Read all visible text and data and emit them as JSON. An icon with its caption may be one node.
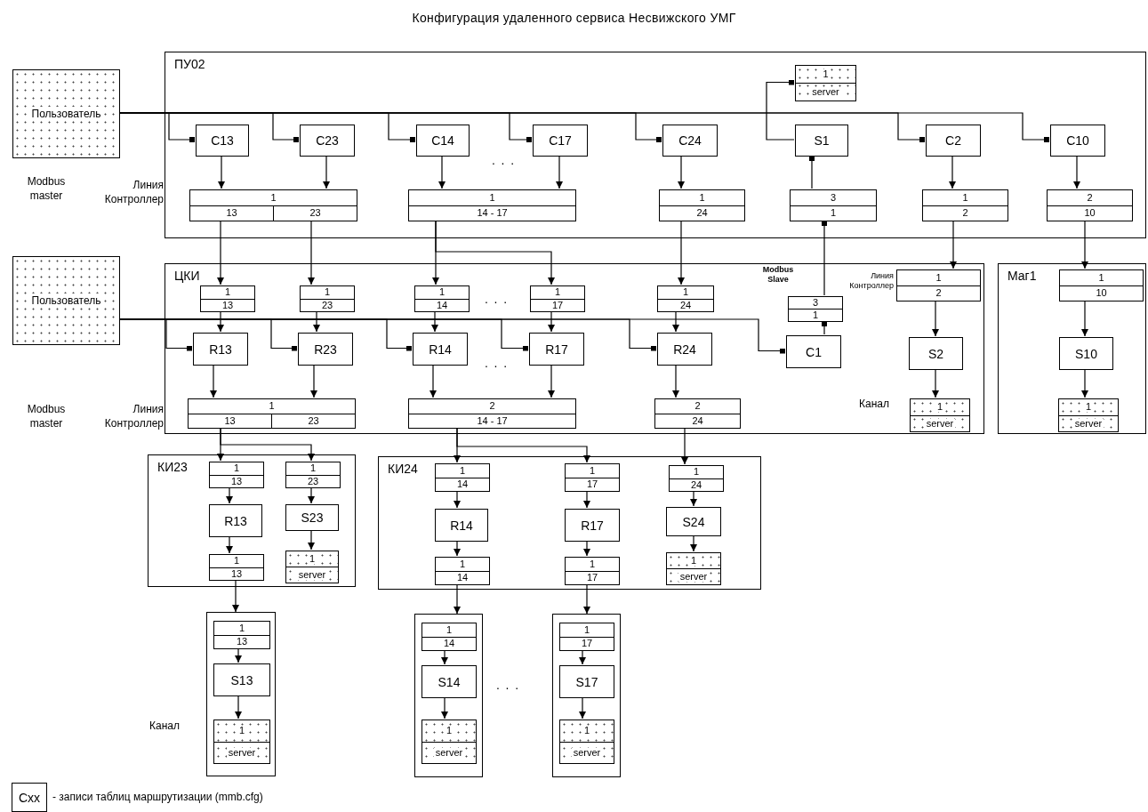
{
  "diagram": {
    "title": "Конфигурация удаленного сервиса Несвижского УМГ",
    "nodes": [
      {
        "text": [
          "ПУ02"
        ]
      },
      {
        "text": [
          "Пользователь"
        ]
      },
      {
        "text": [
          "C13"
        ],
        "in": 0
      },
      {
        "text": [
          "C23"
        ],
        "in": 0
      },
      {
        "text": [
          "C14"
        ],
        "in": 0
      },
      {
        "text": [
          "C17"
        ],
        "in": 0
      },
      {
        "text": [
          "C24"
        ],
        "in": 0
      },
      {
        "text": [
          "S1"
        ],
        "in": 0
      },
      {
        "text": [
          "C2"
        ],
        "in": 0
      },
      {
        "text": [
          "C10"
        ],
        "in": 0
      },
      {
        "text": [
          "1",
          "server"
        ],
        "in": 0
      },
      {
        "text": [
          "1",
          "13",
          "23"
        ],
        "in": 0
      },
      {
        "text": [
          "1",
          "14 - 17"
        ],
        "in": 0
      },
      {
        "text": [
          "1",
          "24"
        ],
        "in": 0
      },
      {
        "text": [
          "3",
          "1"
        ],
        "in": 0
      },
      {
        "text": [
          "1",
          "2"
        ],
        "in": 0
      },
      {
        "text": [
          "2",
          "10"
        ],
        "in": 0
      },
      {
        "text": [
          "ЦКИ"
        ]
      },
      {
        "text": [
          "Маг1"
        ]
      },
      {
        "text": [
          "Пользователь"
        ]
      },
      {
        "text": [
          "1",
          "13"
        ],
        "in": 17
      },
      {
        "text": [
          "1",
          "23"
        ],
        "in": 17
      },
      {
        "text": [
          "1",
          "14"
        ],
        "in": 17
      },
      {
        "text": [
          "1",
          "17"
        ],
        "in": 17
      },
      {
        "text": [
          "1",
          "24"
        ],
        "in": 17
      },
      {
        "text": [
          "3",
          "1"
        ],
        "in": 17
      },
      {
        "text": [
          "1",
          "2"
        ],
        "in": 17
      },
      {
        "text": [
          "1",
          "10"
        ],
        "in": 18
      },
      {
        "text": [
          "R13"
        ],
        "in": 17
      },
      {
        "text": [
          "R23"
        ],
        "in": 17
      },
      {
        "text": [
          "R14"
        ],
        "in": 17
      },
      {
        "text": [
          "R17"
        ],
        "in": 17
      },
      {
        "text": [
          "R24"
        ],
        "in": 17
      },
      {
        "text": [
          "C1"
        ],
        "in": 17
      },
      {
        "text": [
          "S2"
        ],
        "in": 17
      },
      {
        "text": [
          "S10"
        ],
        "in": 18
      },
      {
        "text": [
          "1",
          "13",
          "23"
        ],
        "in": 17
      },
      {
        "text": [
          "2",
          "14 - 17"
        ],
        "in": 17
      },
      {
        "text": [
          "2",
          "24"
        ],
        "in": 17
      },
      {
        "text": [
          "1",
          "server"
        ],
        "in": 17
      },
      {
        "text": [
          "1",
          "server"
        ],
        "in": 18
      },
      {
        "text": [
          "КИ23"
        ]
      },
      {
        "text": [
          "КИ24"
        ]
      },
      {
        "text": [
          "1",
          "13"
        ],
        "in": 41
      },
      {
        "text": [
          "1",
          "23"
        ],
        "in": 41
      },
      {
        "text": [
          "R13"
        ],
        "in": 41
      },
      {
        "text": [
          "S23"
        ],
        "in": 41
      },
      {
        "text": [
          "1",
          "13"
        ],
        "in": 41
      },
      {
        "text": [
          "1",
          "server"
        ],
        "in": 41
      },
      {
        "text": [
          "1",
          "14"
        ],
        "in": 42
      },
      {
        "text": [
          "1",
          "17"
        ],
        "in": 42
      },
      {
        "text": [
          "1",
          "24"
        ],
        "in": 42
      },
      {
        "text": [
          "R14"
        ],
        "in": 42
      },
      {
        "text": [
          "R17"
        ],
        "in": 42
      },
      {
        "text": [
          "S24"
        ],
        "in": 42
      },
      {
        "text": [
          "1",
          "14"
        ],
        "in": 42
      },
      {
        "text": [
          "1",
          "17"
        ],
        "in": 42
      },
      {
        "text": [
          "1",
          "server"
        ],
        "in": 42
      },
      {
        "text": [],
        "shape": "box"
      },
      {
        "text": [],
        "shape": "box"
      },
      {
        "text": [],
        "shape": "box"
      },
      {
        "text": [
          "1",
          "13"
        ],
        "in": 58
      },
      {
        "text": [
          "S13"
        ],
        "in": 58
      },
      {
        "text": [
          "1",
          "server"
        ],
        "in": 58
      },
      {
        "text": [
          "1",
          "14"
        ],
        "in": 59
      },
      {
        "text": [
          "S14"
        ],
        "in": 59
      },
      {
        "text": [
          "1",
          "server"
        ],
        "in": 59
      },
      {
        "text": [
          "1",
          "17"
        ],
        "in": 60
      },
      {
        "text": [
          "S17"
        ],
        "in": 60
      },
      {
        "text": [
          "1",
          "server"
        ],
        "in": 60
      },
      {
        "text": [
          "Cxx"
        ],
        "beside": [
          "- записи таблиц маршрутизации (mmb.cfg)"
        ]
      }
    ],
    "edges": [
      {
        "from": 1,
        "to": 2,
        "arrow": "other"
      },
      {
        "from": 1,
        "to": 3,
        "arrow": "other"
      },
      {
        "from": 1,
        "to": 4,
        "arrow": "other"
      },
      {
        "from": 1,
        "to": 5,
        "arrow": "other"
      },
      {
        "from": 1,
        "to": 6,
        "arrow": "other"
      },
      {
        "from": 1,
        "to": 8,
        "arrow": "other"
      },
      {
        "from": 1,
        "to": 9,
        "arrow": "other"
      },
      {
        "from": 7,
        "to": 10,
        "arrow": "other"
      },
      {
        "from": 2,
        "to": 11,
        "arrow": "to"
      },
      {
        "from": 3,
        "to": 11,
        "arrow": "to"
      },
      {
        "from": 4,
        "to": 12,
        "arrow": "to"
      },
      {
        "from": 5,
        "to": 12,
        "arrow": "to"
      },
      {
        "from": 6,
        "to": 13,
        "arrow": "to"
      },
      {
        "from": 14,
        "to": 7,
        "arrow": "other"
      },
      {
        "from": 8,
        "to": 15,
        "arrow": "to"
      },
      {
        "from": 9,
        "to": 16,
        "arrow": "to"
      },
      {
        "from": 11,
        "to": 20,
        "arrow": "to"
      },
      {
        "from": 11,
        "to": 21,
        "arrow": "to"
      },
      {
        "from": 12,
        "to": 22,
        "arrow": "to"
      },
      {
        "from": 12,
        "to": 23,
        "arrow": "to"
      },
      {
        "from": 13,
        "to": 24,
        "arrow": "to"
      },
      {
        "from": 25,
        "to": 14,
        "arrow": "other"
      },
      {
        "from": 15,
        "to": 26,
        "arrow": "to"
      },
      {
        "from": 16,
        "to": 27,
        "arrow": "to"
      },
      {
        "from": 19,
        "to": 28,
        "arrow": "other"
      },
      {
        "from": 19,
        "to": 29,
        "arrow": "other"
      },
      {
        "from": 19,
        "to": 30,
        "arrow": "other"
      },
      {
        "from": 19,
        "to": 31,
        "arrow": "other"
      },
      {
        "from": 19,
        "to": 32,
        "arrow": "other"
      },
      {
        "from": 19,
        "to": 33,
        "arrow": "other"
      },
      {
        "from": 33,
        "to": 25,
        "arrow": "other"
      },
      {
        "from": 20,
        "to": 28,
        "arrow": "to"
      },
      {
        "from": 21,
        "to": 29,
        "arrow": "to"
      },
      {
        "from": 22,
        "to": 30,
        "arrow": "to"
      },
      {
        "from": 23,
        "to": 31,
        "arrow": "to"
      },
      {
        "from": 24,
        "to": 32,
        "arrow": "to"
      },
      {
        "from": 28,
        "to": 36,
        "arrow": "to"
      },
      {
        "from": 29,
        "to": 36,
        "arrow": "to"
      },
      {
        "from": 30,
        "to": 37,
        "arrow": "to"
      },
      {
        "from": 31,
        "to": 37,
        "arrow": "to"
      },
      {
        "from": 32,
        "to": 38,
        "arrow": "to"
      },
      {
        "from": 26,
        "to": 34,
        "arrow": "to"
      },
      {
        "from": 34,
        "to": 39,
        "arrow": "to"
      },
      {
        "from": 27,
        "to": 35,
        "arrow": "to"
      },
      {
        "from": 35,
        "to": 40,
        "arrow": "to"
      },
      {
        "from": 36,
        "to": 43,
        "arrow": "to"
      },
      {
        "from": 36,
        "to": 44,
        "arrow": "to"
      },
      {
        "from": 37,
        "to": 49,
        "arrow": "to"
      },
      {
        "from": 37,
        "to": 50,
        "arrow": "to"
      },
      {
        "from": 38,
        "to": 51,
        "arrow": "to"
      },
      {
        "from": 43,
        "to": 45,
        "arrow": "to"
      },
      {
        "from": 45,
        "to": 47,
        "arrow": "to"
      },
      {
        "from": 44,
        "to": 46,
        "arrow": "to"
      },
      {
        "from": 46,
        "to": 48,
        "arrow": "to"
      },
      {
        "from": 49,
        "to": 52,
        "arrow": "to"
      },
      {
        "from": 52,
        "to": 55,
        "arrow": "to"
      },
      {
        "from": 50,
        "to": 53,
        "arrow": "to"
      },
      {
        "from": 53,
        "to": 56,
        "arrow": "to"
      },
      {
        "from": 51,
        "to": 54,
        "arrow": "to"
      },
      {
        "from": 54,
        "to": 57,
        "arrow": "to"
      },
      {
        "from": 47,
        "to": 58,
        "arrow": "to"
      },
      {
        "from": 55,
        "to": 59,
        "arrow": "to"
      },
      {
        "from": 56,
        "to": 60,
        "arrow": "to"
      },
      {
        "from": 61,
        "to": 62,
        "arrow": "to"
      },
      {
        "from": 62,
        "to": 63,
        "arrow": "to"
      },
      {
        "from": 64,
        "to": 65,
        "arrow": "to"
      },
      {
        "from": 65,
        "to": 66,
        "arrow": "to"
      },
      {
        "from": 67,
        "to": 68,
        "arrow": "to"
      },
      {
        "from": 68,
        "to": 69,
        "arrow": "to"
      }
    ],
    "labels": [
      ". . .",
      "Modbus master",
      "Линия Контроллер",
      "Modbus Slave",
      "Линия Контроллер",
      ". . .",
      ". . .",
      "Канал",
      "Modbus master",
      "Линия Контроллер",
      ". . .",
      "Канал"
    ]
  }
}
